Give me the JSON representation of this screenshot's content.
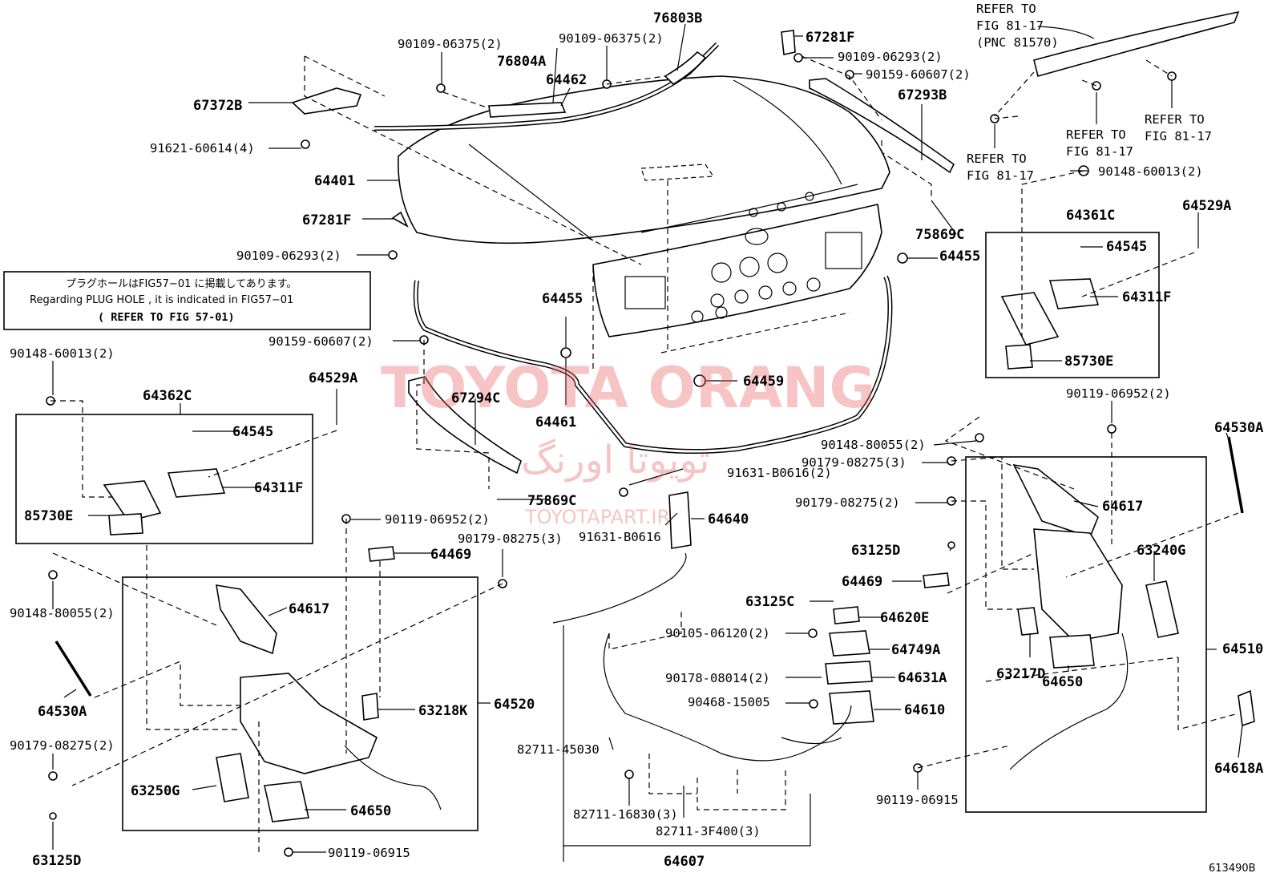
{
  "note": {
    "line1": "プラグホールはFIG57−01 に掲載してあります。",
    "line2": "Regarding PLUG HOLE , it is indicated in FIG57−01",
    "line3": "( REFER TO FIG 57-01)"
  },
  "watermark": {
    "brand": "TOYOTA ORANG",
    "persian": "تویوتا اورنگ",
    "site": "TOYOTAPART.IR"
  },
  "diagram_id": "613490B",
  "refs": {
    "r1a": "REFER TO",
    "r1b": "FIG 81-17",
    "r1c": "(PNC 81570)",
    "r2a": "REFER TO",
    "r2b": "FIG 81-17",
    "r3a": "REFER TO",
    "r3b": "FIG 81-17",
    "r4a": "REFER TO",
    "r4b": "FIG 81-17"
  },
  "labels": {
    "l76803B": "76803B",
    "l90109_06375a": "90109-06375(2)",
    "l90109_06375b": "90109-06375(2)",
    "l76804A": "76804A",
    "l64462": "64462",
    "l67281F_top": "67281F",
    "l90109_06293_top": "90109-06293(2)",
    "l90159_60607_top": "90159-60607(2)",
    "l67293B": "67293B",
    "l67372B": "67372B",
    "l91621_60614": "91621-60614(4)",
    "l64401": "64401",
    "l67281F_mid": "67281F",
    "l90109_06293_mid": "90109-06293(2)",
    "l75869C_right": "75869C",
    "l64455_right": "64455",
    "l90148_60013_right": "90148-60013(2)",
    "l64361C": "64361C",
    "l64529A_right": "64529A",
    "l64545_right": "64545",
    "l64311F_right": "64311F",
    "l85730E_right": "85730E",
    "l64455_mid": "64455",
    "l90159_60607_mid": "90159-60607(2)",
    "l64459": "64459",
    "l90148_60013_left": "90148-60013(2)",
    "l64362C": "64362C",
    "l64529A_left": "64529A",
    "l67294C": "67294C",
    "l64461": "64461",
    "l64545_left": "64545",
    "l64311F_left": "64311F",
    "l85730E_left": "85730E",
    "l75869C_mid": "75869C",
    "l91631_B0616a": "91631-B0616(2)",
    "l91631_B0616b": "91631-B0616",
    "l64640": "64640",
    "l90119_06952_mid": "90119-06952(2)",
    "l90179_08275_mid": "90179-08275(3)",
    "l64469_left": "64469",
    "l90148_80055_left": "90148-80055(2)",
    "l64617_left": "64617",
    "l64530A_left": "64530A",
    "l63218K": "63218K",
    "l64520": "64520",
    "l90179_08275_left": "90179-08275(2)",
    "l63250G": "63250G",
    "l64650_left": "64650",
    "l63125D_left": "63125D",
    "l90119_06915_left": "90119-06915",
    "l90148_80055_right": "90148-80055(2)",
    "l90179_08275_r1": "90179-08275(3)",
    "l90179_08275_r2": "90179-08275(2)",
    "l63125D_right": "63125D",
    "l64469_right": "64469",
    "l63125C": "63125C",
    "l64620E": "64620E",
    "l90105_06120": "90105-06120(2)",
    "l64749A": "64749A",
    "l90178_08014": "90178-08014(2)",
    "l64631A": "64631A",
    "l90468_15005": "90468-15005",
    "l64610": "64610",
    "l82711_45030": "82711-45030",
    "l82711_16830": "82711-16830(3)",
    "l82711_3F400": "82711-3F400(3)",
    "l64607": "64607",
    "l90119_06952_right": "90119-06952(2)",
    "l64530A_right": "64530A",
    "l64617_right": "64617",
    "l63240G": "63240G",
    "l64510": "64510",
    "l63217D": "63217D",
    "l64650_right": "64650",
    "l64618A": "64618A",
    "l90119_06915_right": "90119-06915"
  }
}
